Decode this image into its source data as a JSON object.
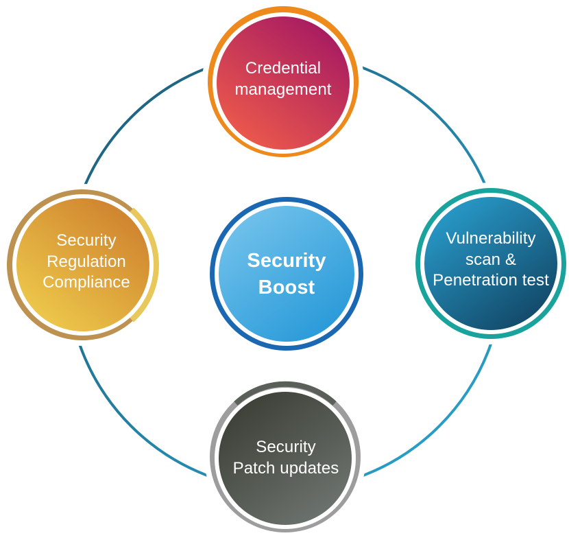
{
  "diagram": {
    "center": {
      "name": "security-boost",
      "lines": [
        "Security",
        "Boost"
      ],
      "colors": {
        "fill_a": "#60b8e8",
        "fill_b": "#2f9fdc",
        "ring": "#1a67b2"
      }
    },
    "nodes": [
      {
        "name": "credential-management",
        "lines": [
          "Credential",
          "management"
        ],
        "colors": {
          "fill_a": "#a91d61",
          "fill_b": "#e9574c",
          "ring": "#ee8a1c",
          "ring_light": "#f4a53a"
        }
      },
      {
        "name": "vulnerability-scan",
        "lines": [
          "Vulnerability",
          "scan &",
          "Penetration test"
        ],
        "colors": {
          "fill_a": "#2796c4",
          "fill_b": "#134b6b",
          "ring": "#1aa39d",
          "ring_light": "#36bcb2"
        }
      },
      {
        "name": "security-patch-updates",
        "lines": [
          "Security",
          "Patch updates"
        ],
        "colors": {
          "fill_a": "#3e4239",
          "fill_b": "#6b716c",
          "ring": "#9d9d9d",
          "ring_light": "#cfcfcf"
        }
      },
      {
        "name": "security-regulation-compliance",
        "lines": [
          "Security",
          "Regulation",
          "Compliance"
        ],
        "colors": {
          "fill_a": "#d18730",
          "fill_b": "#ecc64a",
          "ring": "#bd9150",
          "ring_light": "#e8c85a"
        }
      }
    ],
    "connector_colors": [
      "#1c5a75",
      "#2aa8d2"
    ]
  }
}
